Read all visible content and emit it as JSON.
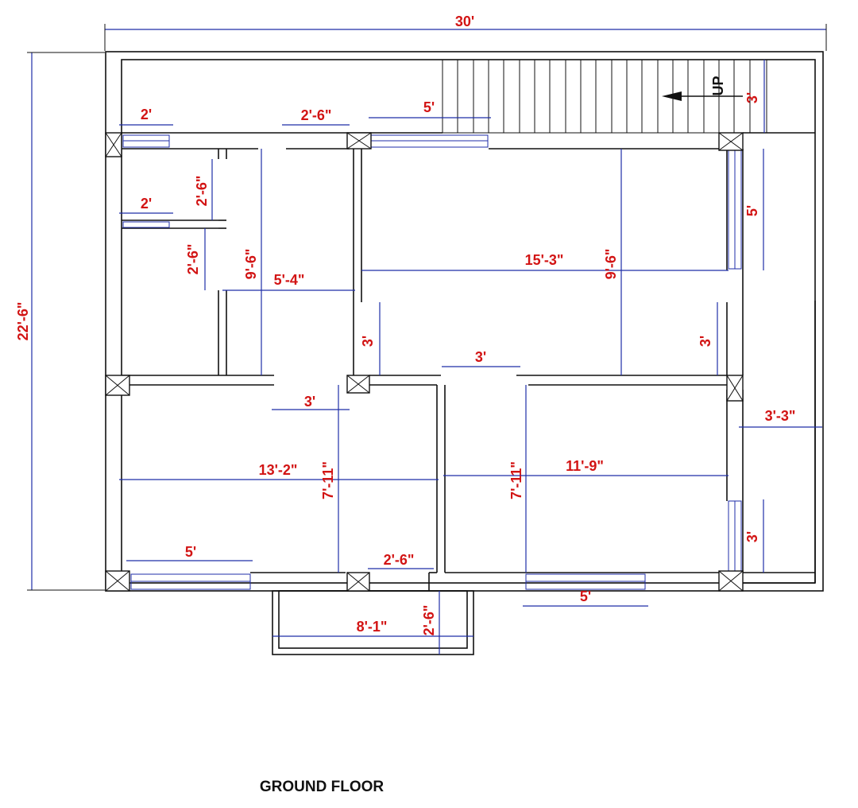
{
  "title": "GROUND FLOOR",
  "stair_label": "UP",
  "colors": {
    "walls": "#111111",
    "dimension_lines": "#1f2ea8",
    "dimension_text": "#d21414"
  },
  "dimensions": {
    "overall_width": "30'",
    "overall_depth": "22'-6\"",
    "stair_width": "3'",
    "window_top_left_a": "2'",
    "window_top_left_b": "2'",
    "door_top": "2'-6\"",
    "window_top_mid": "5'",
    "bath_door_a": "2'-6\"",
    "bath_door_b": "2'-6\"",
    "room_small_depth": "9'-6\"",
    "room_small_width": "5'-4\"",
    "hall_width": "15'-3\"",
    "hall_depth": "9'-6\"",
    "window_right_upper": "5'",
    "door_hall_left": "3'",
    "door_hall_right": "3'",
    "door_passage": "3'",
    "door_bed_left": "3'",
    "side_passage": "3'-3\"",
    "bed_left_width": "13'-2\"",
    "bed_left_depth": "7'-11\"",
    "bed_right_depth": "7'-11\"",
    "bed_right_width": "11'-9\"",
    "window_right_lower": "3'",
    "window_bottom_left": "5'",
    "door_bottom": "2'-6\"",
    "window_bottom_right": "5'",
    "porch_width": "8'-1\"",
    "porch_depth": "2'-6\""
  }
}
